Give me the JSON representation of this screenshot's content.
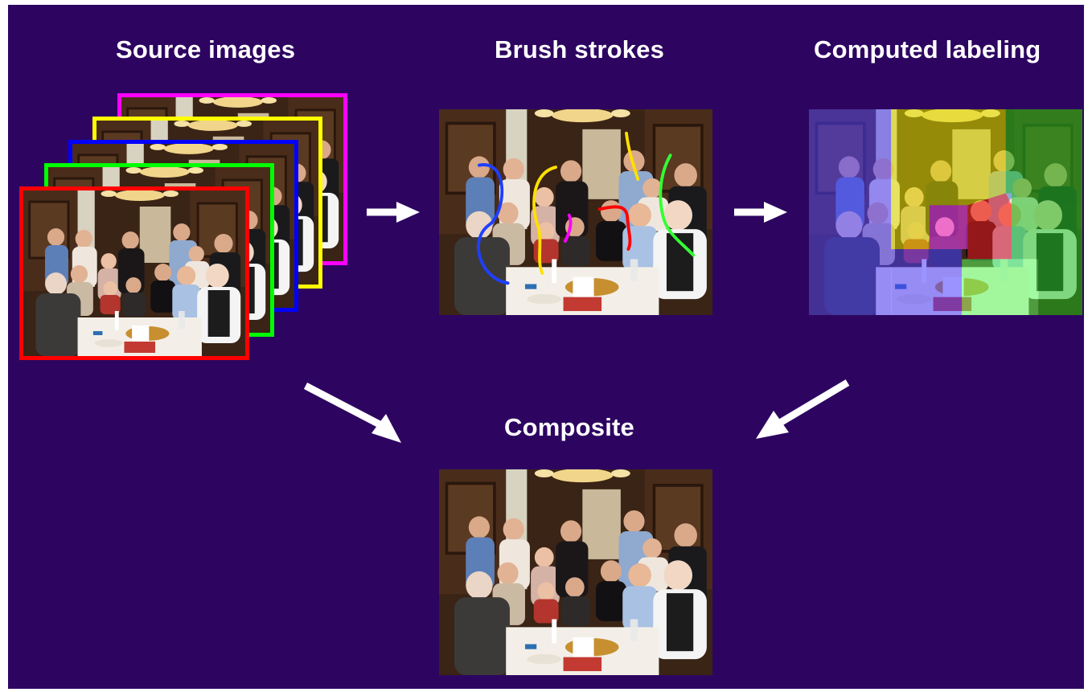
{
  "labels": {
    "source_images": "Source images",
    "brush_strokes": "Brush strokes",
    "computed_labeling": "Computed labeling",
    "composite": "Composite"
  },
  "source_frame_colors": [
    "#ff00ff",
    "#ffff00",
    "#0000ff",
    "#00ff00",
    "#ff0000"
  ],
  "brush_stroke_colors": [
    "#1f3fff",
    "#ffe000",
    "#ff00ff",
    "#ff0000",
    "#ffe000",
    "#33ff33"
  ],
  "label_overlay_colors": [
    "#4b3cff",
    "#e0e000",
    "#ff40ff",
    "#ff2020",
    "#20c020",
    "#60ff60"
  ],
  "colors": {
    "background": "#2d0561",
    "text": "#ffffff",
    "arrow": "#ffffff"
  }
}
